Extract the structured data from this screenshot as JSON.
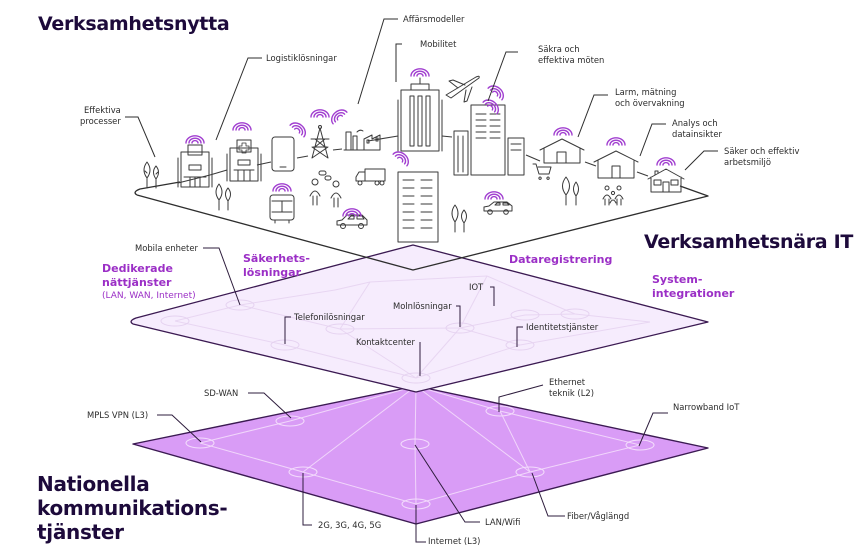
{
  "titles": {
    "top": "Verksamhetsnytta",
    "middle": "Verksamhetsnära IT",
    "bottom": [
      "Nationella",
      "kommunikations-",
      "tjänster"
    ]
  },
  "top_layer": {
    "labels": {
      "effektiva_processer": [
        "Effektiva",
        "processer"
      ],
      "logistik": "Logistiklösningar",
      "affarsmodeller": "Affärsmodeller",
      "mobilitet": "Mobilitet",
      "sakra_moten": [
        "Säkra och",
        "effektiva möten"
      ],
      "larm": [
        "Larm, mätning",
        "och övervakning"
      ],
      "analys": [
        "Analys och",
        "datainsikter"
      ],
      "arbetsmiljo": [
        "Säker och effektiv",
        "arbetsmiljö"
      ]
    },
    "icons": [
      "tree-icon",
      "school-building-icon",
      "hospital-icon",
      "smartphone-icon",
      "power-pylon-icon",
      "factory-icon",
      "skyscraper-icon",
      "airplane-icon",
      "office-building-icon",
      "house-icon",
      "shopping-cart-icon",
      "family-icon",
      "truck-icon",
      "bus-icon",
      "people-chatting-icon",
      "car-icon",
      "wifi-icon"
    ]
  },
  "middle_layer": {
    "categories": {
      "dedikerade": [
        "Dedikerade",
        "nättjänster"
      ],
      "dedikerade_sub": "(LAN, WAN, Internet)",
      "sakerhet": [
        "Säkerhets-",
        "lösningar"
      ],
      "dataregistrering": "Dataregistrering",
      "system": [
        "System-",
        "integrationer"
      ]
    },
    "labels": {
      "mobila": "Mobila enheter",
      "telefoni": "Telefonilösningar",
      "moln": "Molnlösningar",
      "iot": "IOT",
      "kontakt": "Kontaktcenter",
      "identitet": "Identitetstjänster"
    }
  },
  "bottom_layer": {
    "labels": {
      "sdwan": "SD-WAN",
      "mpls": "MPLS VPN (L3)",
      "ethernet": [
        "Ethernet",
        "teknik (L2)"
      ],
      "narrowband": "Narrowband IoT",
      "mobile_gen": "2G, 3G, 4G, 5G",
      "lanwifi": "LAN/Wifi",
      "fiber": "Fiber/Våglängd",
      "internet": "Internet (L3)"
    }
  },
  "colors": {
    "ink": "#1d0a3b",
    "line": "#3a3a3a",
    "accent": "#9b2fc6",
    "wifi": "#a13fd0",
    "bottom_plane": "#d99cf6",
    "middle_plane": "#f6ecfd"
  }
}
